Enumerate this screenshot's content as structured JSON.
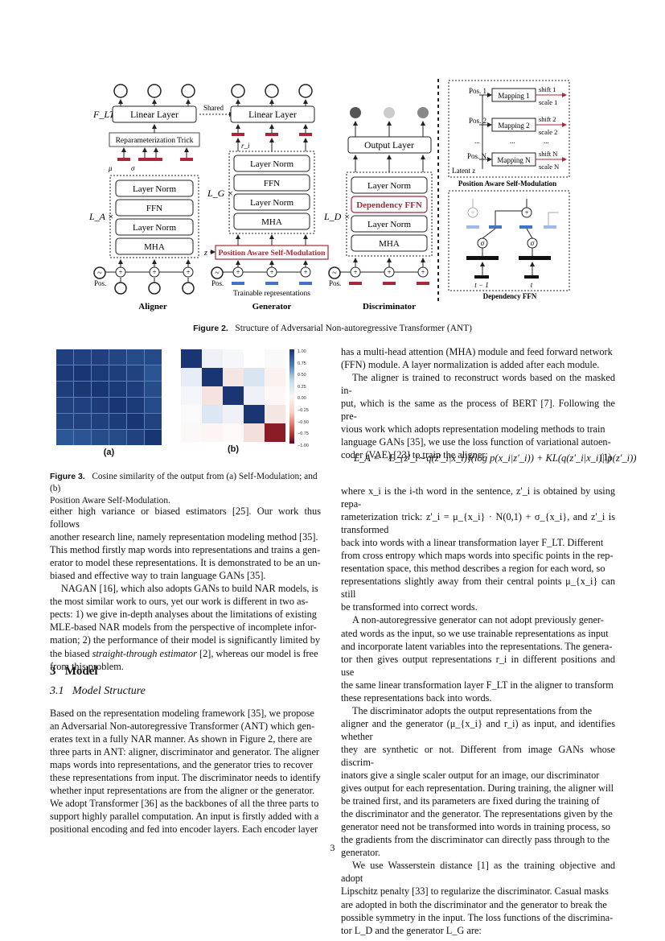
{
  "figure2": {
    "caption_label": "Figure 2.",
    "caption_text": "Structure of Adversarial Non-autoregressive Transformer (ANT)",
    "aligner": {
      "name": "Aligner",
      "linear": "Linear Layer",
      "reparam": "Reparameterization Trick",
      "layernorm1": "Layer Norm",
      "ffn": "FFN",
      "layernorm2": "Layer Norm",
      "mha": "MHA",
      "repeat": "L_A ×",
      "flt": "F_LT",
      "mu": "μ",
      "sigma": "σ",
      "pos": "Pos."
    },
    "generator": {
      "name": "Generator",
      "linear": "Linear Layer",
      "layernorm1": "Layer Norm",
      "ffn": "FFN",
      "layernorm2": "Layer Norm",
      "mha": "MHA",
      "repeat": "L_G ×",
      "pasm": "Position Aware Self-Modulation",
      "z": "z",
      "ri": "r_i",
      "pos": "Pos.",
      "trainable": "Trainable representations",
      "shared": "Shared"
    },
    "discriminator": {
      "name": "Discriminator",
      "output": "Output Layer",
      "layernorm1": "Layer Norm",
      "dffn": "Dependency FFN",
      "layernorm2": "Layer Norm",
      "mha": "MHA",
      "repeat": "L_D ×",
      "pos": "Pos."
    },
    "pasm_panel": {
      "title": "Position Aware Self-Modulation",
      "pos1": "Pos. 1",
      "pos2": "Pos. 2",
      "posn": "Pos. N",
      "map1": "Mapping 1",
      "map2": "Mapping 2",
      "mapn": "Mapping N",
      "shift1": "shift 1",
      "scale1": "scale 1",
      "shift2": "shift 2",
      "scale2": "scale 2",
      "shiftn": "shift N",
      "scalen": "scale N",
      "dots": "...",
      "latent": "Latent  z"
    },
    "dffn_panel": {
      "title": "Dependency FFN",
      "t1": "t − 1",
      "t": "t",
      "sigma": "σ"
    },
    "colors": {
      "red": "#a8283a",
      "blue": "#4472c4",
      "lightblue": "#9fb9e8"
    }
  },
  "figure3": {
    "caption_label": "Figure 3.",
    "caption_text1": "Cosine similarity of the output from (a) Self-Modulation; and (b)",
    "caption_text2": "Position Aware Self-Modulation.",
    "label_a": "(a)",
    "label_b": "(b)",
    "colorbar_ticks": [
      "1.00",
      "0.75",
      "0.50",
      "0.25",
      "0.00",
      "−0.25",
      "−0.50",
      "−0.75",
      "−1.00"
    ]
  },
  "left": {
    "p1": [
      "either high variance or biased estimators [25]. Our work thus follows",
      "another research line, namely representation modeling method [35].",
      "This method firstly map words into representations and trains a gen-",
      "erator to model these representations. It is demonstrated to be an un-",
      "biased and effective way to train language GANs [35]."
    ],
    "p2a": [
      "NAGAN [16], which also adopts GANs to build NAR models, is",
      "the most similar work to ours, yet our work is different in two as-",
      "pects: 1) we give in-depth analyses about the limitations of existing",
      "MLE-based NAR models from the perspective of incomplete infor-",
      "mation; 2) the performance of their model is significantly limited by"
    ],
    "p2b_pre": "the biased ",
    "p2b_it": "straight-through estimator",
    "p2b_post": " [2], whereas our model is free",
    "p2c": "from this problem.",
    "sec_num": "3",
    "sec_title": "Model",
    "subsec_num": "3.1",
    "subsec_title": "Model Structure",
    "p3": [
      "Based on the representation modeling framework [35], we propose",
      "an Adversarial Non-autoregressive Transformer (ANT) which gen-",
      "erates text in a fully NAR manner. As shown in Figure 2, there are",
      "three parts in ANT: aligner, discriminator and generator. The aligner",
      "maps words into representations, and the generator tries to recover",
      "these representations from input. The discriminator needs to identify",
      "whether input representations are from the aligner or the generator.",
      "We adopt Transformer [36] as the backbones of all the three parts to",
      "support highly parallel computation. An input is firstly added with a",
      "positional encoding and fed into encoder layers. Each encoder layer"
    ]
  },
  "right": {
    "p1": [
      "has a multi-head attention (MHA) module and feed forward network",
      "(FFN) module. A layer normalization is added after each module."
    ],
    "p2": [
      "The aligner is trained to reconstruct words based on the masked in-",
      "put, which is the same as the process of BERT [7]. Following the pre-",
      "vious work which adopts representation modeling methods to train",
      "language GANs [35], we use the loss function of variational autoen-",
      "coder (VAE) [23] to train the aligner:"
    ],
    "eq1": "L_A = −E_{z'_i∼q(z'_i|x_i)}(log p(x_i|z'_i)) + KL(q(z'_i|x_i)||p(z'_i))",
    "eq1_num": "(1)",
    "p3": [
      "where x_i is the i-th word in the sentence, z'_i is obtained by using repa-",
      "rameterization trick: z'_i = μ_{x_i} · N(0,1) + σ_{x_i}, and z'_i is transformed",
      "back into words with a linear transformation layer F_LT. Different",
      "from cross entropy which maps words into specific points in the rep-",
      "resentation space, this method describes a region for each word, so",
      "representations slightly away from their central points μ_{x_i} can still",
      "be transformed into correct words."
    ],
    "p4": [
      "A non-autoregressive generator can not adopt previously gener-",
      "ated words as the input, so we use trainable representations as input",
      "and incorporate latent variables into the representations. The genera-",
      "tor then gives output representations r_i in different positions and use",
      "the same linear transformation layer F_LT in the aligner to transform",
      "these representations back into words."
    ],
    "p5": [
      "The discriminator adopts the output representations from the",
      "aligner and the generator (μ_{x_i} and r_i) as input, and identifies whether",
      "they are synthetic or not. Different from image GANs whose discrim-",
      "inators give a single scaler output for an image, our discriminator",
      "gives output for each representation. During training, the aligner will",
      "be trained first, and its parameters are fixed during the training of",
      "the discriminator and the generator. The representations given by the",
      "generator need not be transformed into words in training process, so",
      "the gradients from the discriminator can directly pass through to the",
      "generator."
    ],
    "p6": [
      "We use Wasserstein distance [1] as the training objective and adopt",
      "Lipschitz penalty [33] to regularize the discriminator. Casual masks",
      "are adopted in both the discriminator and the generator to break the",
      "possible symmetry in the input. The loss functions of the discrimina-",
      "tor L_D and the generator L_G are:"
    ]
  },
  "page_number": "3"
}
